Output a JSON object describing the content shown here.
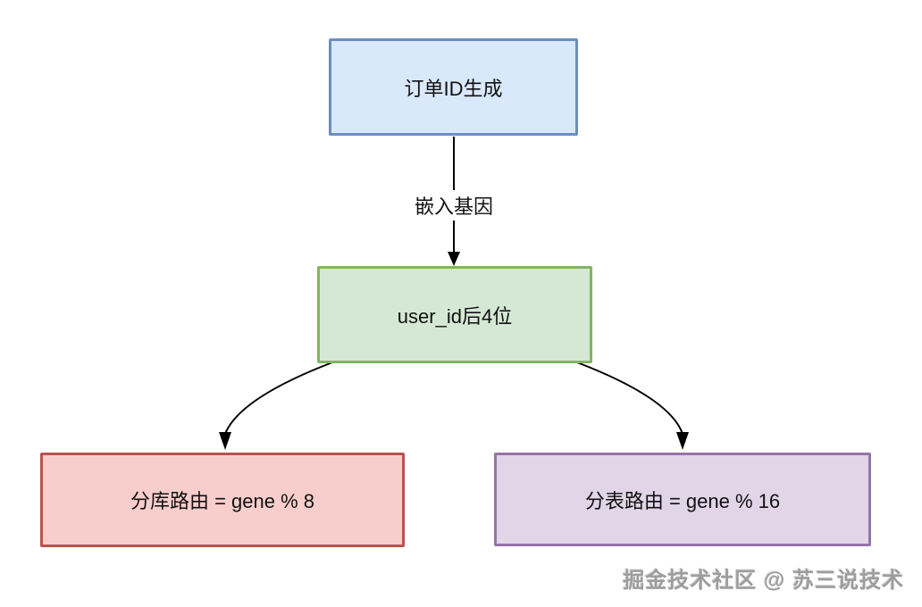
{
  "diagram": {
    "background_color": "#ffffff",
    "line_color": "#000000",
    "nodes": {
      "order_id": {
        "label": "订单ID生成",
        "fill": "#dae8fc",
        "border": "#6c8ebf"
      },
      "user_id": {
        "label": "user_id后4位",
        "fill": "#d5e8d4",
        "border": "#82b366"
      },
      "db_route": {
        "label": "分库路由 = gene % 8",
        "fill": "#f8cecc",
        "border": "#b85450"
      },
      "table_route": {
        "label": "分表路由 = gene % 16",
        "fill": "#e1d5e7",
        "border": "#9673a6"
      }
    },
    "edges": {
      "embed_gene_label": "嵌入基因"
    },
    "watermark": "掘金技术社区 @ 苏三说技术"
  }
}
